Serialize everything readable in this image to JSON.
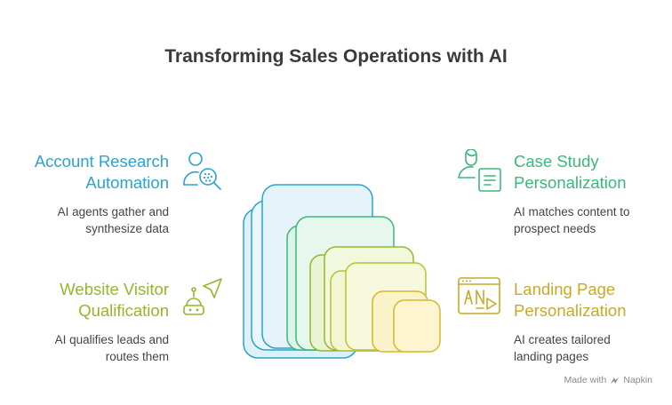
{
  "title": "Transforming Sales Operations with AI",
  "items": [
    {
      "heading": "Account Research Automation",
      "heading_lines": [
        "Account Research",
        "Automation"
      ],
      "description_lines": [
        "AI agents gather and",
        "synthesize data"
      ],
      "color": "#2aa3d2",
      "icon": "person-search-icon"
    },
    {
      "heading": "Website Visitor Qualification",
      "heading_lines": [
        "Website Visitor",
        "Qualification"
      ],
      "description_lines": [
        "AI qualifies leads and",
        "routes them"
      ],
      "color": "#93b72c",
      "icon": "robot-cursor-icon"
    },
    {
      "heading": "Case Study Personalization",
      "heading_lines": [
        "Case Study",
        "Personalization"
      ],
      "description_lines": [
        "AI matches content to",
        "prospect needs"
      ],
      "color": "#3cb77a",
      "icon": "person-document-icon"
    },
    {
      "heading": "Landing Page Personalization",
      "heading_lines": [
        "Landing Page",
        "Personalization"
      ],
      "description_lines": [
        "AI creates tailored",
        "landing pages"
      ],
      "color": "#c9a82a",
      "icon": "browser-ai-play-icon"
    }
  ],
  "footer": {
    "made_with": "Made with",
    "brand": "Napkin"
  }
}
